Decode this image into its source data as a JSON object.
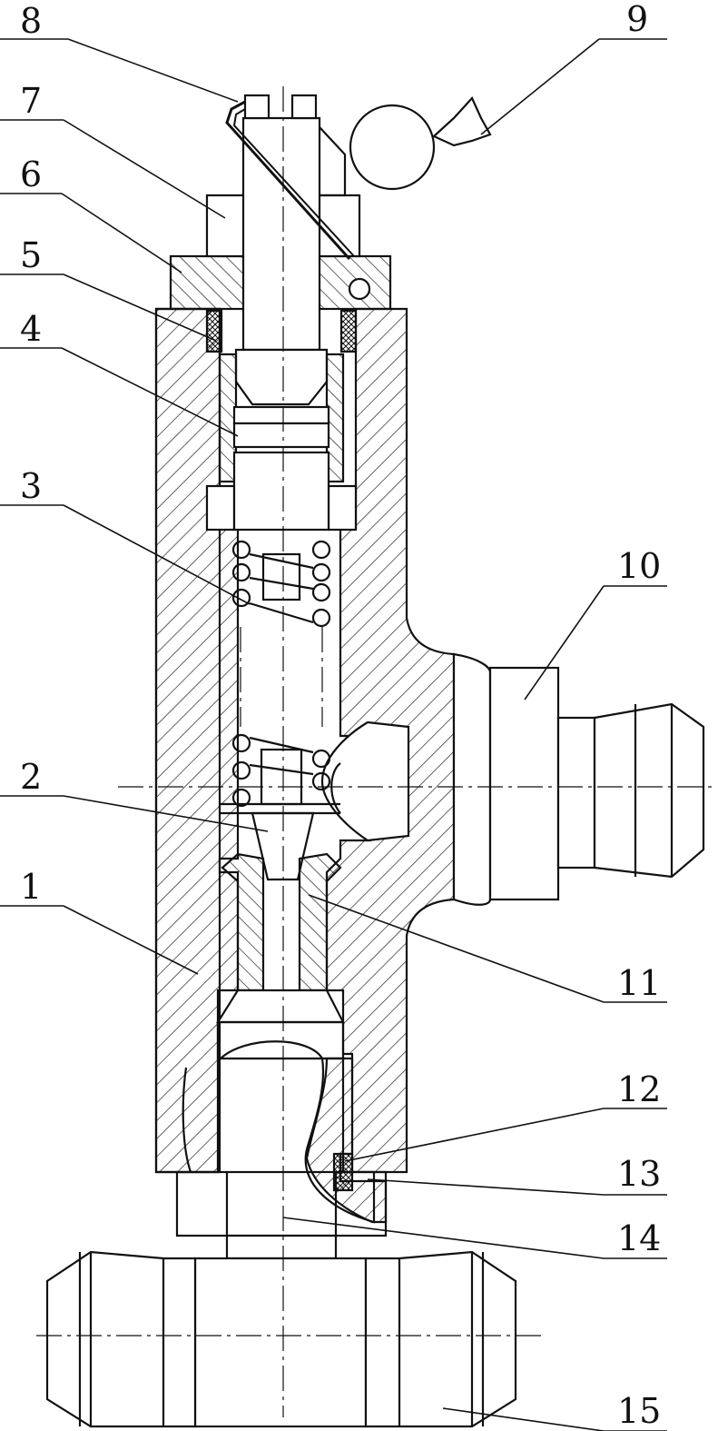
{
  "callouts": [
    {
      "id": "1",
      "text": "1"
    },
    {
      "id": "2",
      "text": "2"
    },
    {
      "id": "3",
      "text": "3"
    },
    {
      "id": "4",
      "text": "4"
    },
    {
      "id": "5",
      "text": "5"
    },
    {
      "id": "6",
      "text": "6"
    },
    {
      "id": "7",
      "text": "7"
    },
    {
      "id": "8",
      "text": "8"
    },
    {
      "id": "9",
      "text": "9"
    },
    {
      "id": "10",
      "text": "10"
    },
    {
      "id": "11",
      "text": "11"
    },
    {
      "id": "12",
      "text": "12"
    },
    {
      "id": "13",
      "text": "13"
    },
    {
      "id": "14",
      "text": "14"
    },
    {
      "id": "15",
      "text": "15"
    }
  ],
  "colors": {
    "line": "#111111",
    "background": "#ffffff"
  }
}
